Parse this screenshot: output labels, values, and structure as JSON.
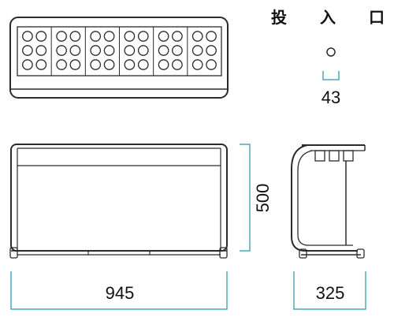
{
  "inlet_label": {
    "char1": "投",
    "char2": "入",
    "char3": "口"
  },
  "dimensions": {
    "inlet_width": "43",
    "height_front": "500",
    "width_front": "945",
    "depth_side": "325"
  },
  "colors": {
    "outline": "#2b2b2b",
    "dimension_line": "#4fa8b8"
  },
  "top_view": {
    "hole_rows": 3,
    "holes_per_group": 2,
    "groups": 6
  }
}
